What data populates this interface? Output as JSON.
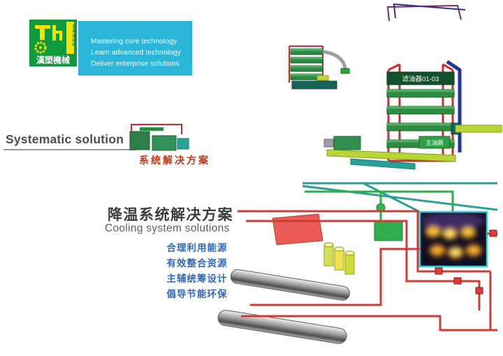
{
  "slide": {
    "background": "#ffffff"
  },
  "logo": {
    "name_cn": "漢塑機械",
    "vertical_text": "HANSU",
    "green": "#0f9a3e",
    "yellow": "#f6e400"
  },
  "banner": {
    "background": "#2ab5d9",
    "lines": [
      "Mastering core technology",
      "Learn advanced technology",
      "Deliver enterprise solutions"
    ]
  },
  "section": {
    "title_en": "Systematic solution",
    "title_cn": "系统解决方案",
    "title_cn_color": "#c63310"
  },
  "main": {
    "title_cn": "降温系统解决方案",
    "title_en": "Cooling system solutions",
    "bullet_color": "#3168b8",
    "bullets": [
      "合理利用能源",
      "有效整合资源",
      "主辅统筹设计",
      "倡导节能环保"
    ]
  },
  "equipment": {
    "filter_label": "滤油器01-03",
    "main_oil_label": "主油路"
  },
  "palette": {
    "pipe_red": "#cf3b35",
    "pipe_green": "#2fae4e",
    "pipe_teal": "#2aa096",
    "pipe_blue": "#20369c",
    "frame_red": "#cf2b2b",
    "shelf_green": "#2e8b44",
    "thermal_border": "#1fd4e2"
  }
}
